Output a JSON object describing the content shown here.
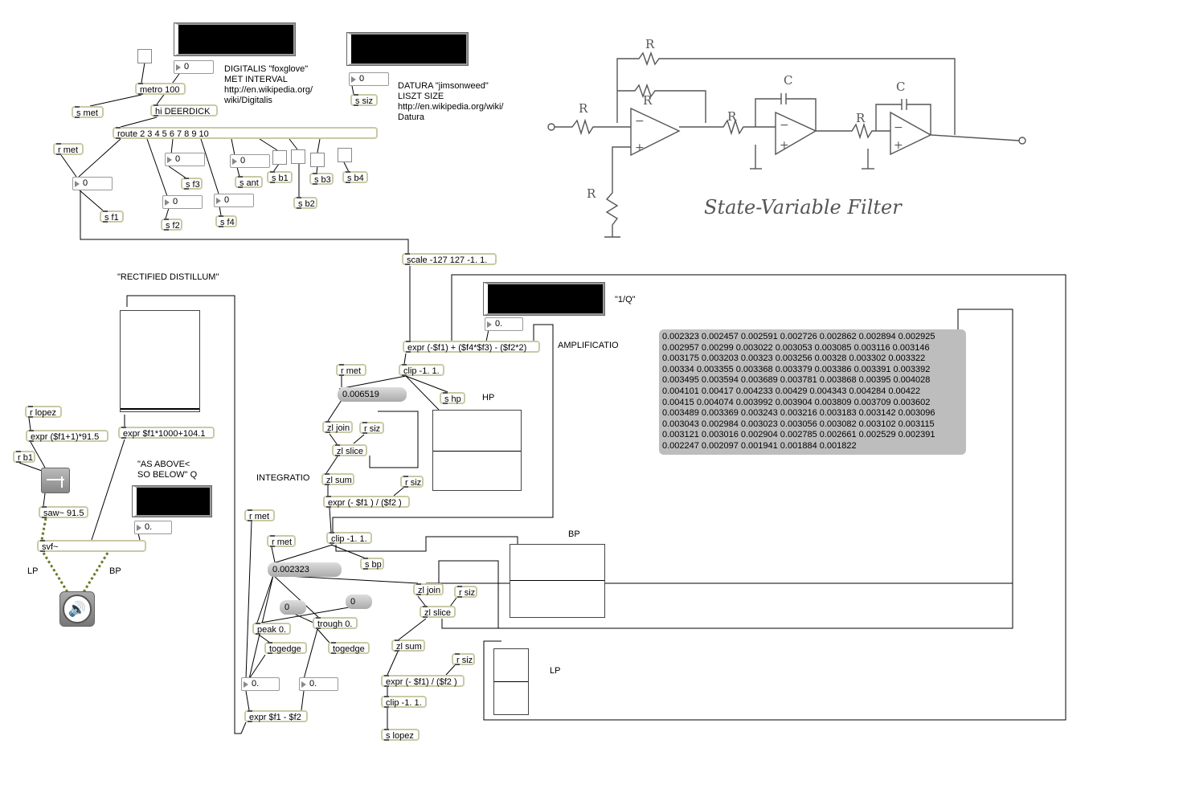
{
  "patch": {
    "objects": {
      "metro": "metro 100",
      "hi": "hi DEERDICK",
      "s_met": "s met",
      "s_siz": "s siz",
      "route": "route 2 3 4 5 6 7 8 9 10",
      "r_met_1": "r met",
      "s_f1": "s f1",
      "s_f2": "s f2",
      "s_f3": "s f3",
      "s_f4": "s f4",
      "s_ant": "s ant",
      "s_b1": "s b1",
      "s_b2": "s b2",
      "s_b3": "s b3",
      "s_b4": "s b4",
      "scale": "scale -127 127 -1. 1.",
      "expr_main": "expr (-$f1) + ($f4*$f3) - ($f2*2)",
      "clip_1": "clip -1. 1.",
      "s_hp": "s hp",
      "r_met_2": "r met",
      "zl_join_1": "zl join",
      "r_siz_1": "r siz",
      "zl_slice_1": "zl slice",
      "zl_sum_1": "zl sum",
      "r_siz_2": "r siz",
      "expr_avg_1": "expr (- $f1 ) / ($f2 )",
      "clip_2": "clip -1. 1.",
      "s_bp": "s bp",
      "r_met_3": "r met",
      "r_met_4": "r met",
      "peak": "peak 0.",
      "trough": "trough 0.",
      "togedge_1": "togedge",
      "togedge_2": "togedge",
      "expr_diff": "expr $f1 - $f2",
      "zl_join_2": "zl join",
      "r_siz_3": "r siz",
      "zl_slice_2": "zl slice",
      "zl_sum_2": "zl sum",
      "r_siz_4": "r siz",
      "expr_avg_2": "expr (- $f1) / ($f2 )",
      "clip_3": "clip -1. 1.",
      "s_lopez": "s lopez",
      "r_lopez": "r lopez",
      "expr_lopez": "expr ($f1+1)*91.5",
      "r_b1": "r b1",
      "saw": "saw~ 91.5",
      "svf": "svf~",
      "expr_q": "expr $f1*1000+104.1"
    },
    "numbers": {
      "metro_num": "0",
      "siz_num": "0",
      "f1_num": "0",
      "f2_num": "0",
      "f3_num": "0",
      "f4_num": "0",
      "ant_num": "0",
      "q_num": "0.",
      "amp_num": "0.",
      "gray_num_1": "0.006519",
      "gray_num_2": "0.002323",
      "peak_init": "0",
      "trough_init": "0",
      "peak_out": "0.",
      "trough_out": "0."
    },
    "comments": {
      "digitalis": "DIGITALIS \"foxglove\"\nMET INTERVAL\nhttp://en.wikipedia.org/\nwiki/Digitalis",
      "datura": "DATURA \"jimsonweed\"\nLISZT SIZE\nhttp://en.wikipedia.org/wiki/\nDatura",
      "rectified": "\"RECTIFIED DISTILLUM\"",
      "inv_q": "\"1/Q\"",
      "amplificatio": "AMPLIFICATIO",
      "hp": "HP",
      "integratio": "INTEGRATIO",
      "bp": "BP",
      "lp": "LP",
      "as_above": "\"AS ABOVE<\nSO BELOW\" Q",
      "lp_out": "LP",
      "bp_out": "BP"
    },
    "message_list": "0.002323 0.002457 0.002591 0.002726 0.002862 0.002894 0.002925\n0.002957 0.00299 0.003022 0.003053 0.003085 0.003116 0.003146\n0.003175 0.003203 0.00323 0.003256 0.00328 0.003302 0.003322\n0.00334 0.003355 0.003368 0.003379 0.003386 0.003391 0.003392\n0.003495 0.003594 0.003689 0.003781 0.003868 0.00395 0.004028\n0.004101 0.00417 0.004233 0.00429 0.004343 0.004284 0.00422\n0.00415 0.004074 0.003992 0.003904 0.003809 0.003709 0.003602\n0.003489 0.003369 0.003243 0.003216 0.003183 0.003142 0.003096\n0.003043 0.002984 0.003023 0.003056 0.003082 0.003102 0.003115\n0.003121 0.003016 0.002904 0.002785 0.002661 0.002529 0.002391\n0.002247 0.002097 0.001941 0.001884 0.001822",
    "sketch": {
      "label": "State-Variable Filter",
      "resistor_label": "R",
      "capacitor_label": "C"
    }
  }
}
